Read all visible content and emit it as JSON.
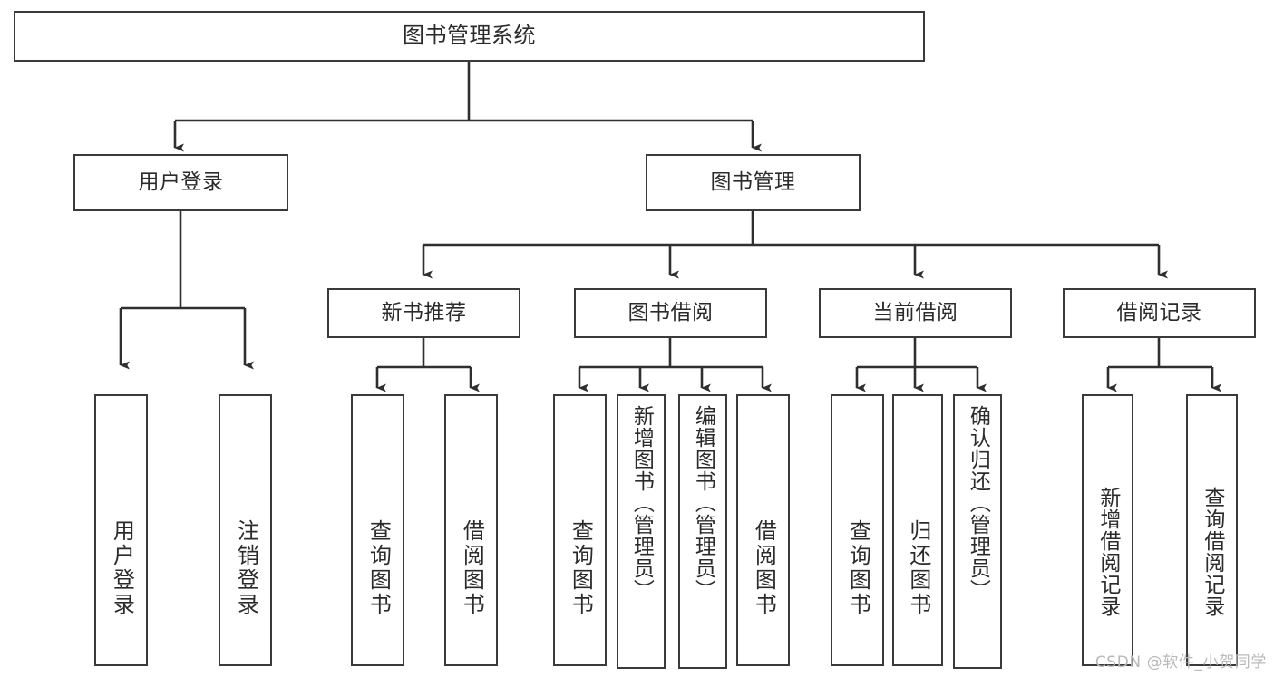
{
  "diagram": {
    "title": "图书管理系统",
    "type": "tree-hierarchy-diagram",
    "colors": {
      "background": "#ffffff",
      "box_border": "#3a3a3a",
      "connector": "#2f2f2f",
      "text": "#2b2b2b",
      "watermark": "#b9b9b9"
    },
    "watermark": "CSDN @软件_小贺同学",
    "root": {
      "label": "图书管理系统"
    },
    "level2": [
      {
        "label": "用户登录"
      },
      {
        "label": "图书管理"
      }
    ],
    "level3": [
      {
        "label": "新书推荐"
      },
      {
        "label": "图书借阅"
      },
      {
        "label": "当前借阅"
      },
      {
        "label": "借阅记录"
      }
    ],
    "leaves": {
      "user_login": [
        {
          "label": "用户登录"
        },
        {
          "label": "注销登录"
        }
      ],
      "new_book_recommend": [
        {
          "label": "查询图书"
        },
        {
          "label": "借阅图书"
        }
      ],
      "book_borrow": [
        {
          "label": "查询图书"
        },
        {
          "label": "新增图书（管理员）"
        },
        {
          "label": "编辑图书（管理员）"
        },
        {
          "label": "借阅图书"
        }
      ],
      "current_borrow": [
        {
          "label": "查询图书"
        },
        {
          "label": "归还图书"
        },
        {
          "label": "确认归还（管理员）"
        }
      ],
      "borrow_record": [
        {
          "label": "新增借阅记录"
        },
        {
          "label": "查询借阅记录"
        }
      ]
    }
  }
}
